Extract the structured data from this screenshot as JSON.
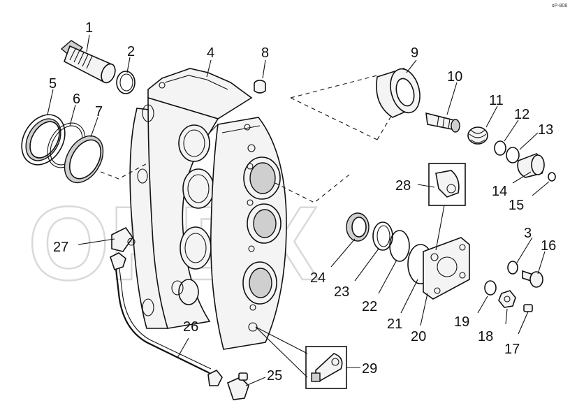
{
  "watermark": "OPEX",
  "corner_code": "sP-808",
  "callouts": [
    {
      "id": "c1",
      "label": "1"
    },
    {
      "id": "c2",
      "label": "2"
    },
    {
      "id": "c3",
      "label": "3"
    },
    {
      "id": "c4",
      "label": "4"
    },
    {
      "id": "c5",
      "label": "5"
    },
    {
      "id": "c6",
      "label": "6"
    },
    {
      "id": "c7",
      "label": "7"
    },
    {
      "id": "c8",
      "label": "8"
    },
    {
      "id": "c9",
      "label": "9"
    },
    {
      "id": "c10",
      "label": "10"
    },
    {
      "id": "c11",
      "label": "11"
    },
    {
      "id": "c12",
      "label": "12"
    },
    {
      "id": "c13",
      "label": "13"
    },
    {
      "id": "c14",
      "label": "14"
    },
    {
      "id": "c15",
      "label": "15"
    },
    {
      "id": "c16",
      "label": "16"
    },
    {
      "id": "c17",
      "label": "17"
    },
    {
      "id": "c18",
      "label": "18"
    },
    {
      "id": "c19",
      "label": "19"
    },
    {
      "id": "c20",
      "label": "20"
    },
    {
      "id": "c21",
      "label": "21"
    },
    {
      "id": "c22",
      "label": "22"
    },
    {
      "id": "c23",
      "label": "23"
    },
    {
      "id": "c24",
      "label": "24"
    },
    {
      "id": "c25",
      "label": "25"
    },
    {
      "id": "c26",
      "label": "26"
    },
    {
      "id": "c27",
      "label": "27"
    },
    {
      "id": "c28",
      "label": "28"
    },
    {
      "id": "c29",
      "label": "29"
    }
  ]
}
